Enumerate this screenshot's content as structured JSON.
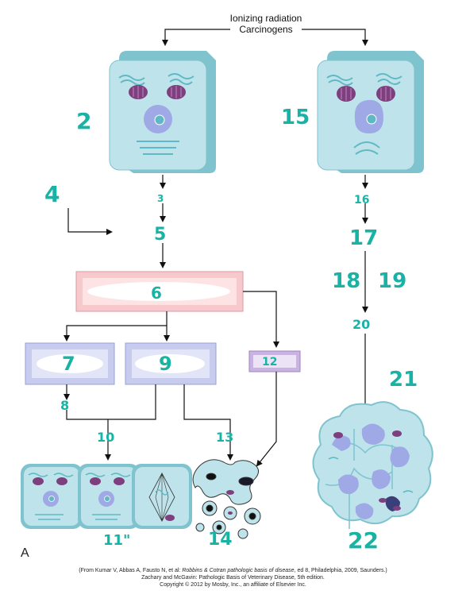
{
  "top_labels": {
    "line1": "Ionizing radiation",
    "line2": "Carcinogens"
  },
  "numbers": {
    "n2": "2",
    "n3": "3",
    "n4": "4",
    "n5": "5",
    "n6": "6",
    "n7": "7",
    "n8": "8",
    "n9": "9",
    "n10": "10",
    "n11": "11\"",
    "n12": "12",
    "n13": "13",
    "n14": "14",
    "n15": "15",
    "n16": "16",
    "n17": "17",
    "n18": "18",
    "n19": "19",
    "n20": "20",
    "n21": "21",
    "n22": "22"
  },
  "panel_letter": "A",
  "caption": {
    "line1_prefix": "(From Kumar V, Abbas A, Fausto N, et al: ",
    "line1_title": "Robbins & Cotran pathologic basis of disease",
    "line1_suffix": ", ed 8, Philadelphia, 2009, Saunders.)",
    "line2": "Zachary and McGavin: Pathologic Basis of Veterinary Disease, 5th edition.",
    "line3": "Copyright © 2012 by Mosby, Inc., an affiliate of Elsevier Inc."
  },
  "colors": {
    "cell_fill": "#bfe3ea",
    "cell_side": "#7fc3cf",
    "organelle_teal": "#5fb9c4",
    "mito_purple": "#7e3f7e",
    "nucleus": "#9ea9e6",
    "pink_box": "#f7c9cc",
    "lavender_box": "#c7cbee",
    "violet_box": "#c9b3e1",
    "handwriting": "#19b3a6"
  },
  "icons": [
    "arrow-down-icon",
    "arrow-right-icon",
    "cell-icon",
    "apoptosis-icon",
    "tumor-icon"
  ]
}
